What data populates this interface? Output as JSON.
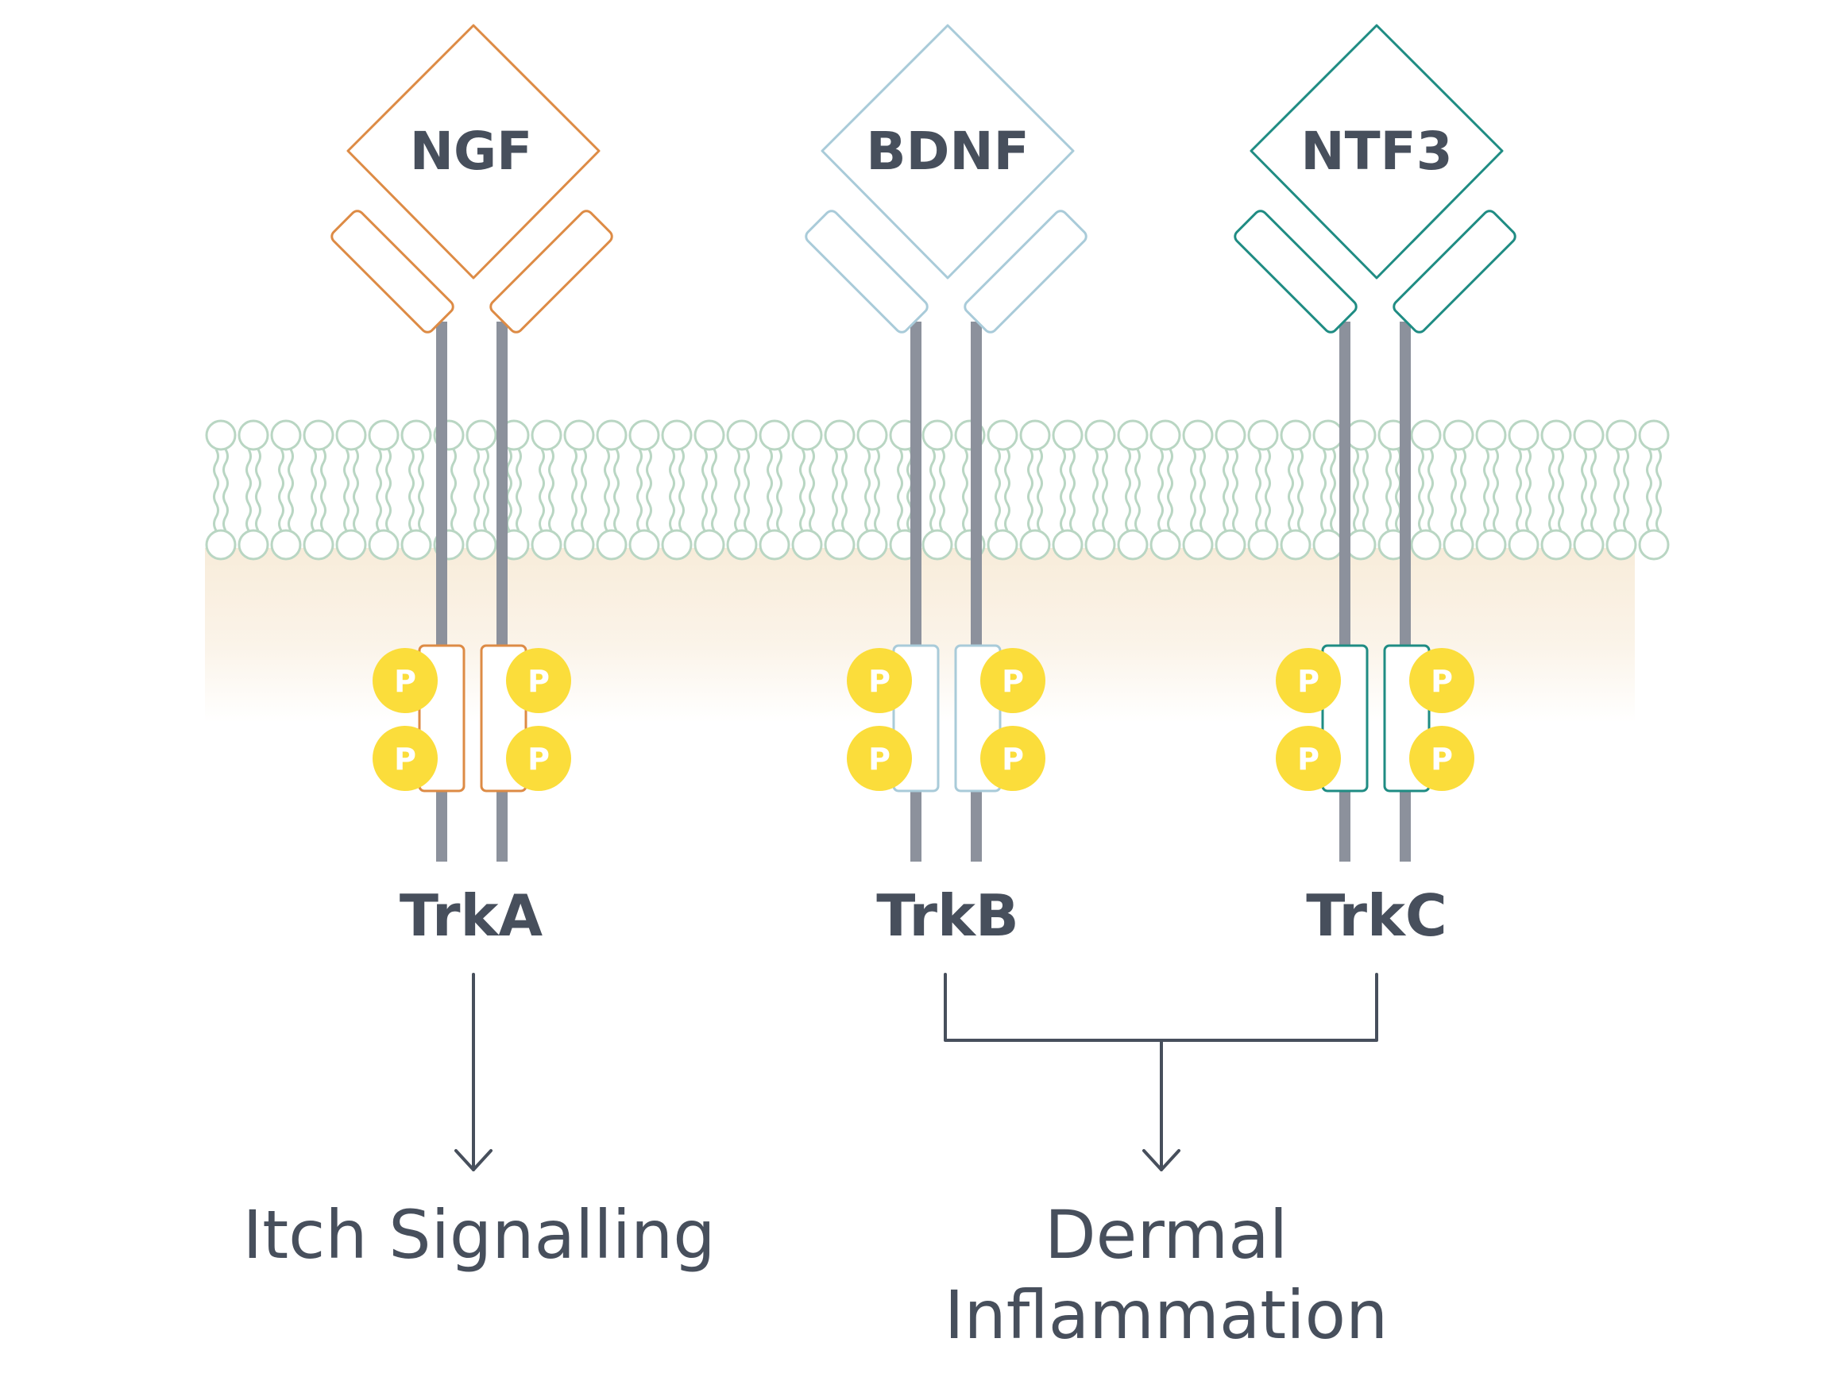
{
  "colors": {
    "text": "#474f5c",
    "stalk": "#8c919c",
    "phospho": "#fbdd3b",
    "membrane_stroke": "#b9d6c3",
    "cytoplasm": "#f8ecda",
    "arrow": "#474f5c"
  },
  "receptors": [
    {
      "ligand": "NGF",
      "receptor": "TrkA",
      "color": "#dd8b45"
    },
    {
      "ligand": "BDNF",
      "receptor": "TrkB",
      "color": "#a9cbd9"
    },
    {
      "ligand": "NTF3",
      "receptor": "TrkC",
      "color": "#1f8c83"
    }
  ],
  "phospho_label": "P",
  "outcomes": {
    "itch": "Itch Signalling",
    "dermal_line1": "Dermal",
    "dermal_line2": "Inflammation"
  }
}
